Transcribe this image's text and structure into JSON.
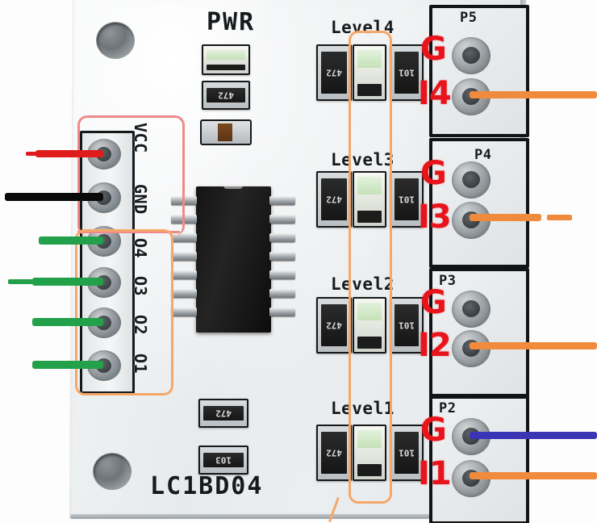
{
  "image": {
    "subject": "pcb-photo-annotated",
    "board_marking": "LC1BD04"
  },
  "board": {
    "silkscreen": {
      "power_label": "PWR",
      "part_number": "LC1BD04"
    },
    "left_header": {
      "pin_labels": [
        "VCC",
        "GND",
        "O4",
        "O3",
        "O2",
        "O1"
      ],
      "wires": [
        {
          "pin": "VCC",
          "color": "#e01b1b",
          "name": "red-wire-vcc"
        },
        {
          "pin": "GND",
          "color": "#0a0a0a",
          "name": "black-wire-gnd"
        },
        {
          "pin": "O4",
          "color": "#22a04a",
          "name": "green-wire-o4"
        },
        {
          "pin": "O3",
          "color": "#22a04a",
          "name": "green-wire-o3"
        },
        {
          "pin": "O2",
          "color": "#22a04a",
          "name": "green-wire-o2"
        },
        {
          "pin": "O1",
          "color": "#22a04a",
          "name": "green-wire-o1"
        }
      ],
      "annotation_boxes": [
        {
          "label": "power-pins-box",
          "color": "#f08a8a",
          "covers": [
            "VCC",
            "GND"
          ]
        },
        {
          "label": "output-pins-box",
          "color": "#f5a76a",
          "covers": [
            "O4",
            "O3",
            "O2",
            "O1"
          ]
        }
      ]
    },
    "channels": [
      {
        "level_label": "Level4",
        "port_label": "P5",
        "ground_label": "G",
        "input_label": "I4",
        "resistor_left": "472",
        "resistor_right": "101",
        "input_wire_color": "#f08a3c",
        "ground_wire_color": "none"
      },
      {
        "level_label": "Level3",
        "port_label": "P4",
        "ground_label": "G",
        "input_label": "I3",
        "resistor_left": "472",
        "resistor_right": "101",
        "input_wire_color": "#f08a3c",
        "ground_wire_color": "none"
      },
      {
        "level_label": "Level2",
        "port_label": "P3",
        "ground_label": "G",
        "input_label": "I2",
        "resistor_left": "472",
        "resistor_right": "101",
        "input_wire_color": "#f08a3c",
        "ground_wire_color": "none"
      },
      {
        "level_label": "Level1",
        "port_label": "P2",
        "ground_label": "G",
        "input_label": "I1",
        "resistor_left": "472",
        "resistor_right": "101",
        "input_wire_color": "#f08a3c",
        "ground_wire_color": "#3a35b5"
      }
    ],
    "power_section": {
      "label": "PWR",
      "resistor_code": "472"
    },
    "bottom_section": {
      "resistor_code_top": "472",
      "resistor_code_bottom": "103"
    },
    "led_column_box": {
      "label": "level-leds-box",
      "color": "#f5a76a"
    },
    "ic": {
      "type": "soic-14",
      "pin_count": 14
    },
    "colors": {
      "board": "#e9ecee",
      "silkscreen": "#171a1c",
      "red_annotation": "#e8131b",
      "orange_annotation": "#f5a76a",
      "pink_annotation": "#f08a8a",
      "green_wire": "#22a04a",
      "blue_wire": "#3a35b5"
    }
  }
}
